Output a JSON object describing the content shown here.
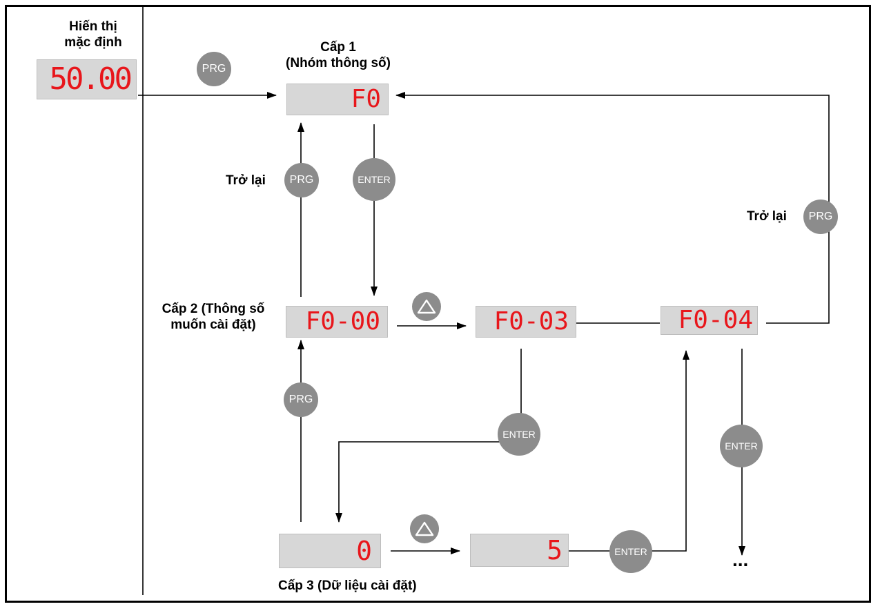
{
  "labels": {
    "default_display": "Hiến thị\nmặc định",
    "level1": "Cấp 1\n(Nhóm thông số)",
    "level2": "Cấp 2 (Thông số\nmuốn cài đặt)",
    "level3": "Cấp 3 (Dữ liệu cài đặt)",
    "back_left": "Trở lại",
    "back_right": "Trở lại",
    "ellipsis": "..."
  },
  "displays": {
    "default": "50.00",
    "level1": "F0",
    "f0_00": "F0-00",
    "f0_03": "F0-03",
    "f0_04": "F0-04",
    "data_0": "0",
    "data_5": "5"
  },
  "buttons": {
    "prg": "PRG",
    "enter": "ENTER",
    "up_arrow": "up-triangle-icon"
  },
  "colors": {
    "display_bg": "#d7d7d7",
    "segment_red": "#e8161b",
    "button_gray": "#8c8c8c",
    "line": "#000000"
  }
}
